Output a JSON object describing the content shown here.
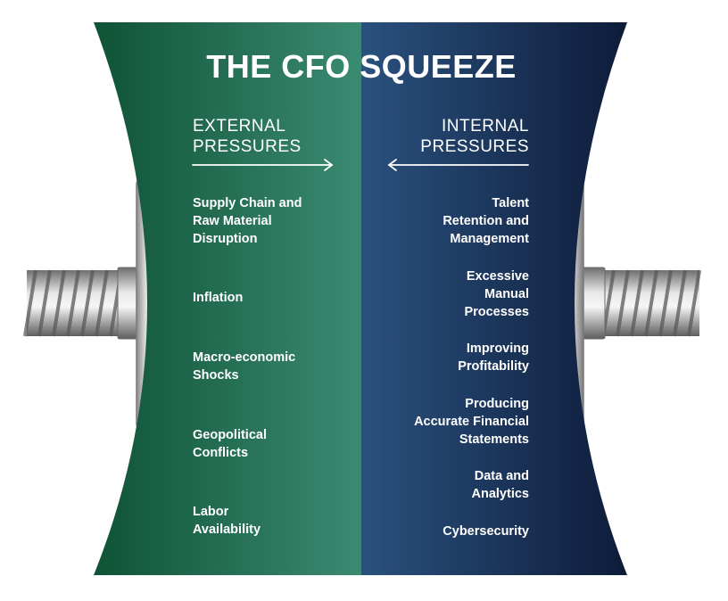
{
  "title": "THE CFO SQUEEZE",
  "external": {
    "heading": "EXTERNAL\nPRESSURES",
    "items": [
      "Supply Chain and\nRaw Material\nDisruption",
      "Inflation",
      "Macro-economic\nShocks",
      "Geopolitical\nConflicts",
      "Labor\nAvailability"
    ]
  },
  "internal": {
    "heading": "INTERNAL\nPRESSURES",
    "items": [
      "Talent\nRetention and\nManagement",
      "Excessive\nManual\nProcesses",
      "Improving\nProfitability",
      "Producing\nAccurate Financial\nStatements",
      "Data and\nAnalytics",
      "Cybersecurity"
    ]
  },
  "colors": {
    "green_dark": "#0f5235",
    "green_light": "#3a8a72",
    "navy_light": "#2a517e",
    "navy_dark": "#0d1a38",
    "text": "#ffffff"
  },
  "icons": [
    "arrow-right-icon",
    "arrow-left-icon",
    "vise-screw-left-icon",
    "vise-screw-right-icon"
  ]
}
